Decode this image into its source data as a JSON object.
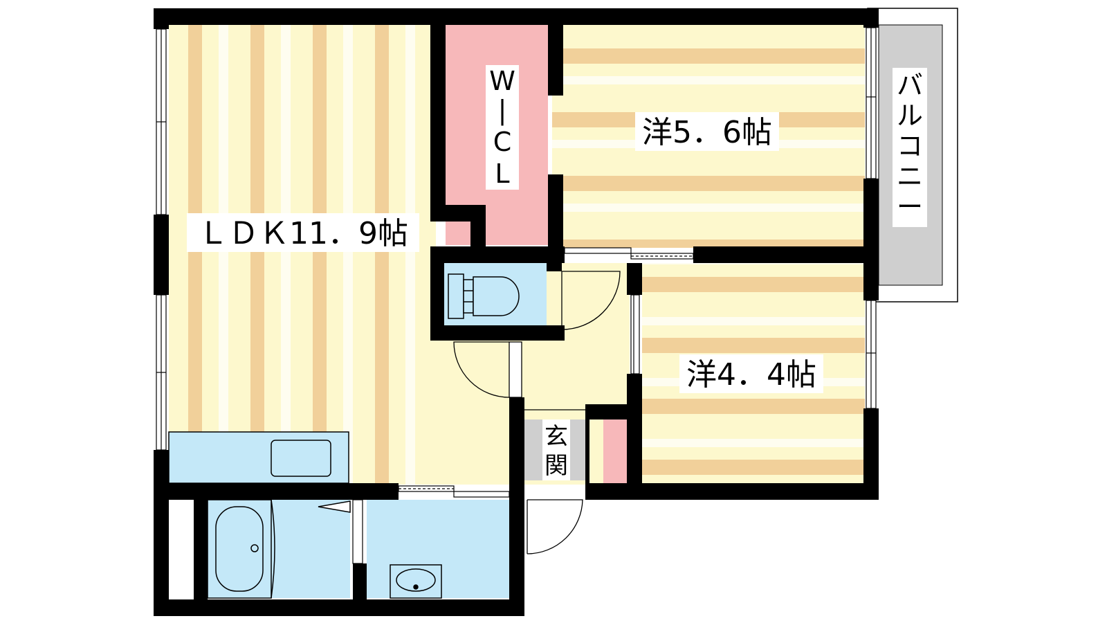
{
  "rooms": {
    "ldk": "ＬＤＫ11．9帖",
    "western1": "洋5．6帖",
    "western2": "洋4．4帖",
    "wcl": [
      "W",
      "|",
      "C",
      "L"
    ],
    "entrance": [
      "玄",
      "関"
    ],
    "balcony": [
      "バ",
      "ル",
      "コ",
      "ニ",
      "ー"
    ]
  },
  "colors": {
    "floor_light": "#fdf8cd",
    "floor_stripe": "#f1d09a",
    "closet": "#f7b8ba",
    "wet_area": "#c4e8f8",
    "balcony": "#cfcfcf",
    "wall": "#000000"
  }
}
